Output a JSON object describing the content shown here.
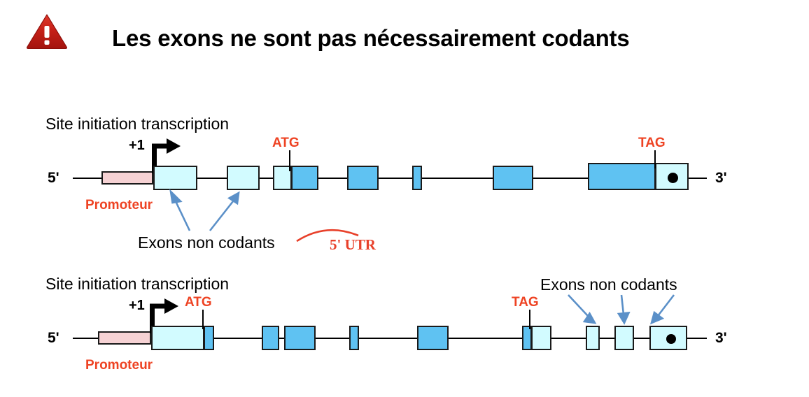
{
  "title": "Les exons ne sont pas nécessairement codants",
  "icon": "warning-triangle-icon",
  "colors": {
    "coding_exon": "#5FC2F2",
    "noncoding_exon": "#D2FBFF",
    "promoter": "#F6D2D4",
    "accent_red": "#EE4323",
    "arrow_blue": "#5B90C8",
    "outline": "#1a1a1a"
  },
  "diagrams": [
    {
      "id": "gene-diagram-top",
      "transcription_site_label": "Site initiation transcription",
      "start_site_label": "+1",
      "five_prime_label": "5'",
      "three_prime_label": "3'",
      "promoter_label": "Promoteur",
      "start_codon_label": "ATG",
      "stop_codon_label": "TAG",
      "callout_label": "Exons non codants",
      "utr_label": "5' UTR",
      "exons": [
        {
          "name": "exon-1",
          "type": "noncoding"
        },
        {
          "name": "exon-2",
          "type": "noncoding"
        },
        {
          "name": "exon-3",
          "type": "mixed-utr-then-cds"
        },
        {
          "name": "exon-4",
          "type": "coding"
        },
        {
          "name": "exon-5",
          "type": "coding"
        },
        {
          "name": "exon-6",
          "type": "coding"
        },
        {
          "name": "exon-7",
          "type": "mixed-cds-then-utr"
        }
      ]
    },
    {
      "id": "gene-diagram-bottom",
      "transcription_site_label": "Site initiation transcription",
      "start_site_label": "+1",
      "five_prime_label": "5'",
      "three_prime_label": "3'",
      "promoter_label": "Promoteur",
      "start_codon_label": "ATG",
      "stop_codon_label": "TAG",
      "callout_label": "Exons non codants",
      "exons": [
        {
          "name": "exon-1",
          "type": "mixed-utr-then-cds"
        },
        {
          "name": "exon-2",
          "type": "coding"
        },
        {
          "name": "exon-3",
          "type": "coding"
        },
        {
          "name": "exon-4",
          "type": "coding"
        },
        {
          "name": "exon-5",
          "type": "coding"
        },
        {
          "name": "exon-6",
          "type": "mixed-cds-then-utr"
        },
        {
          "name": "exon-7",
          "type": "noncoding"
        },
        {
          "name": "exon-8",
          "type": "noncoding"
        },
        {
          "name": "exon-9",
          "type": "noncoding"
        }
      ]
    }
  ]
}
